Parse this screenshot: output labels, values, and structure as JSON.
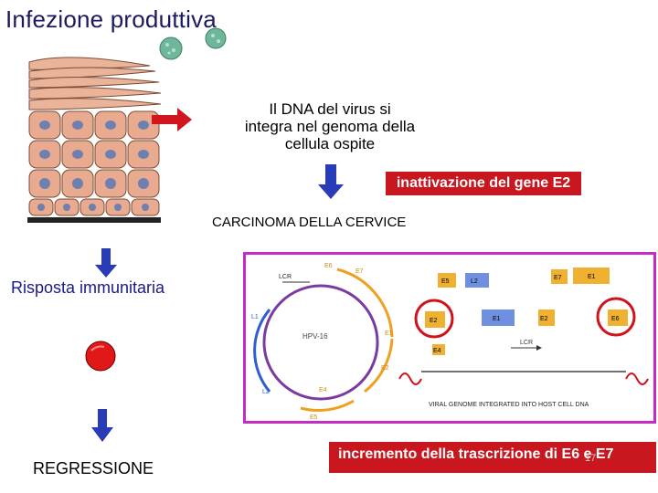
{
  "title": "Infezione produttiva",
  "dna_text": [
    "Il DNA del virus si",
    "integra nel genoma della",
    "cellula ospite"
  ],
  "inactivation_label": "inattivazione del gene E2",
  "carcinoma_label": "CARCINOMA DELLA CERVICE",
  "immune_label": "Risposta immunitaria",
  "regression_label": "REGRESSIONE",
  "increment_label": "incremento della trascrizione di E6 e E7",
  "page_number": "17",
  "genome": {
    "circle_label": "HPV-16",
    "orf_labels": {
      "lcr": "LCR",
      "e6": "E6",
      "e7": "E7",
      "e1": "E1",
      "e2": "E2",
      "e4": "E4",
      "e5": "E5",
      "l1": "L1",
      "l2": "L2"
    },
    "blocks": {
      "e5": "E5",
      "l2": "L2",
      "e7": "E7",
      "e1a": "E1",
      "e2": "E2",
      "e1b": "E1",
      "e6": "E6",
      "e3": "E2",
      "e4": "E4",
      "lcr": "LCR"
    },
    "caption": "VIRAL GENOME INTEGRATED INTO HOST CELL DNA"
  },
  "colors": {
    "title": "#1a1a5e",
    "accent_red": "#c8171e",
    "arrow_blue": "#2a3bb8",
    "panel_border": "#c52bc5",
    "virus_green": "#5fae8f"
  }
}
